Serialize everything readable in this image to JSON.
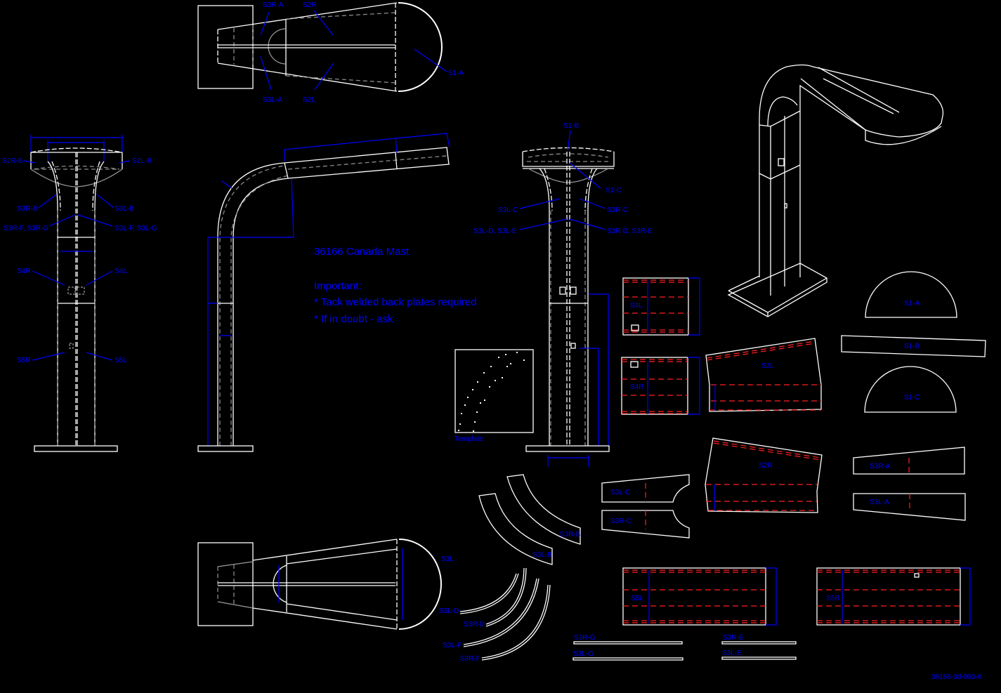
{
  "drawing": {
    "title": "36166 Canada Mast",
    "notes_heading": "Important:",
    "notes": [
      "* Tack welded back plates required",
      "* If in doubt - ask"
    ],
    "drawing_number": "36166-3d-003-0",
    "template_label": "Template",
    "colors": {
      "background": "#000000",
      "lines": "#ffffff",
      "hidden": "#8a8a8a",
      "labels": "#0000ff",
      "folds": "#ff2020"
    }
  },
  "top_view": {
    "labels": [
      "S3R-A",
      "S2R",
      "S1-A",
      "S3L-A",
      "S2L"
    ]
  },
  "front_view": {
    "labels": [
      "S2R-B",
      "S2L-B",
      "S3R-B",
      "S3L-B",
      "S3R-F, S3R-G",
      "S3L-F, S3L-G",
      "S4R",
      "S4L",
      "S5R",
      "S5L"
    ]
  },
  "rear_view": {
    "labels": [
      "S1-B",
      "S1-C",
      "S3L-C",
      "S3R-C",
      "S3L-D, S3L-E",
      "S3R-D, S3R-E"
    ]
  },
  "bottom_view": {
    "labels": [
      "S3L"
    ]
  },
  "parts": {
    "plates": [
      "S4L",
      "S4R",
      "S2L",
      "S2R",
      "S5L",
      "S5R"
    ],
    "caps": [
      "S1-A",
      "S1-B",
      "S1-C"
    ],
    "tapers": [
      "S3R-A",
      "S3L-A",
      "S3L-C",
      "S3R-C"
    ],
    "arcs": [
      "S3R-B",
      "S3L-B",
      "S3L-D",
      "S3R-D",
      "S3L-F",
      "S3R-F"
    ],
    "strips": [
      "S3R-G",
      "S3L-G",
      "S3R-E",
      "S3L-E"
    ]
  }
}
